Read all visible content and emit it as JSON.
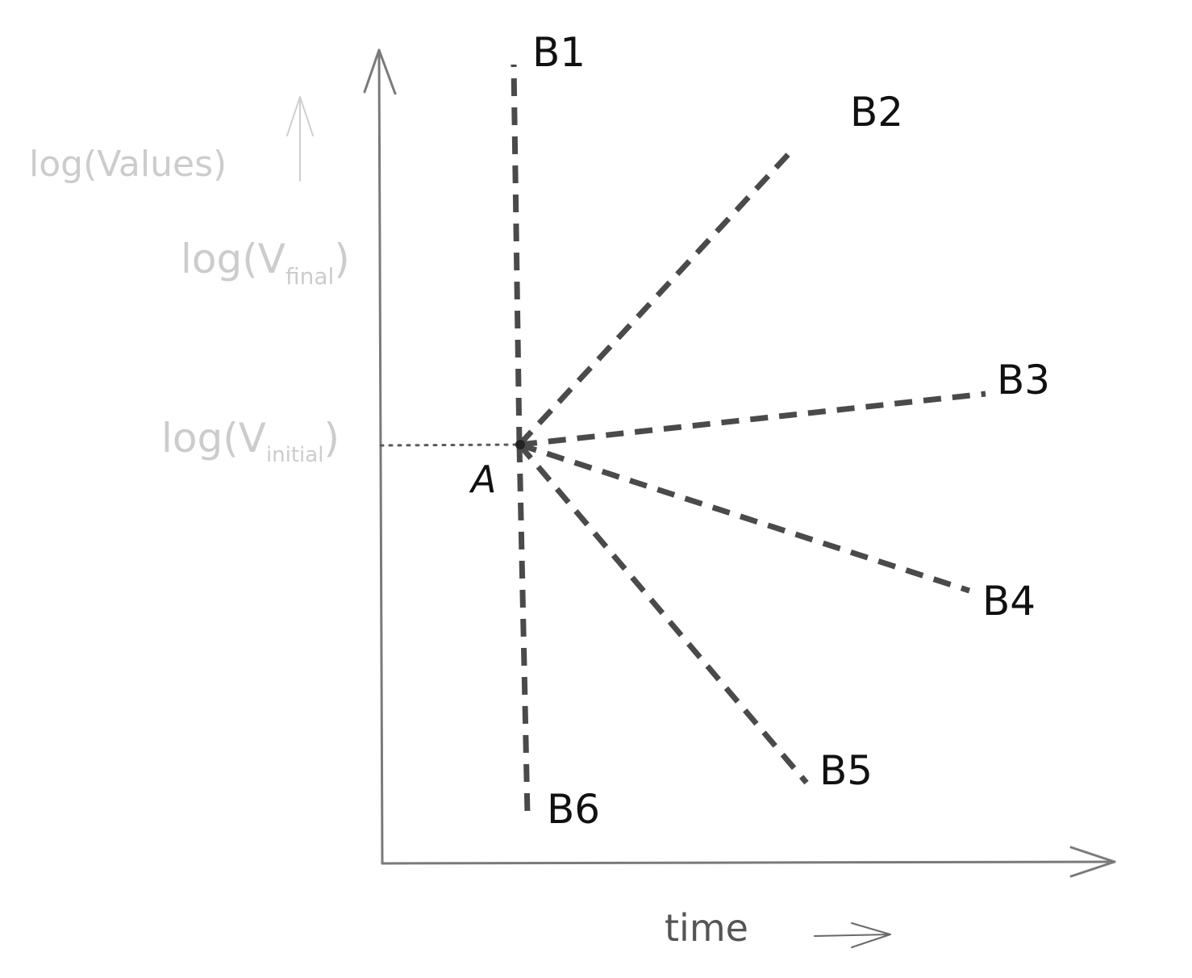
{
  "y_axis_label": "log(Values)",
  "x_axis_label": "time",
  "y_ticks": {
    "final_prefix": "log(V",
    "final_subscript": "final",
    "final_suffix": ")",
    "initial_prefix": "log(V",
    "initial_subscript": "initial",
    "initial_suffix": ")"
  },
  "origin_label": "A",
  "branches": [
    {
      "id": "B1",
      "label": "B1"
    },
    {
      "id": "B2",
      "label": "B2"
    },
    {
      "id": "B3",
      "label": "B3"
    },
    {
      "id": "B4",
      "label": "B4"
    },
    {
      "id": "B5",
      "label": "B5"
    },
    {
      "id": "B6",
      "label": "B6"
    }
  ],
  "colors": {
    "axis": "#7a7a7a",
    "ray": "#4a4a4a",
    "faded_label": "#cccccc",
    "text": "#111111"
  }
}
